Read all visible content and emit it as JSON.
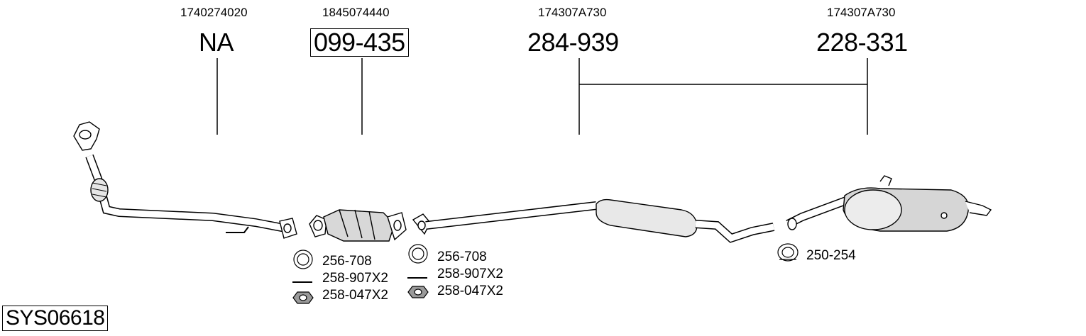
{
  "system_code": "SYS06618",
  "columns": [
    {
      "oe_number": "1740274020",
      "part_number": "NA",
      "boxed": false
    },
    {
      "oe_number": "1845074440",
      "part_number": "099-435",
      "boxed": true
    },
    {
      "oe_number": "174307A730",
      "part_number": "284-939",
      "boxed": false
    },
    {
      "oe_number": "174307A730",
      "part_number": "228-331",
      "boxed": false
    }
  ],
  "fittings_left": [
    "256-708",
    "258-907X2",
    "258-047X2"
  ],
  "fittings_mid": [
    "256-708",
    "258-907X2",
    "258-047X2"
  ],
  "fittings_right": [
    "250-254"
  ],
  "icons": [
    "gasket-ring-icon",
    "bolt-icon",
    "nut-icon",
    "clamp-icon"
  ]
}
